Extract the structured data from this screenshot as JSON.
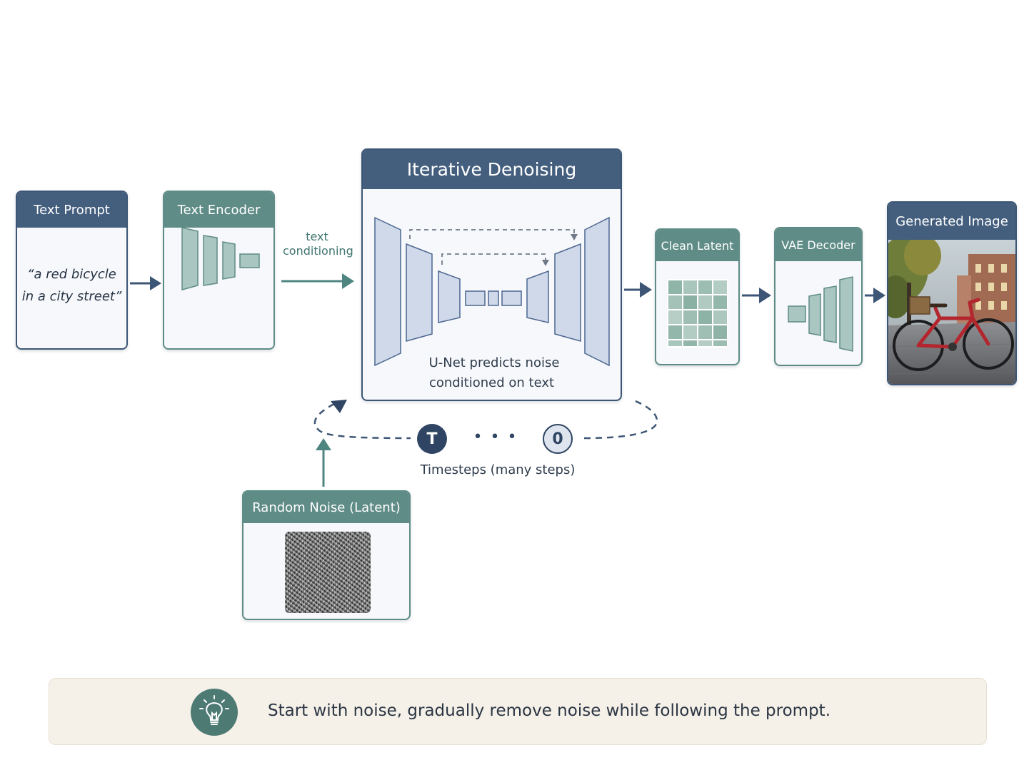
{
  "stages": {
    "text_prompt": {
      "title": "Text Prompt",
      "line1": "“a red bicycle",
      "line2": "in a city street”"
    },
    "text_encoder": {
      "title": "Text Encoder"
    },
    "conditioning": {
      "line1": "text",
      "line2": "conditioning"
    },
    "denoising": {
      "title": "Iterative Denoising",
      "caption1": "U-Net predicts noise",
      "caption2": "conditioned on text"
    },
    "clean_latent": {
      "title": "Clean Latent"
    },
    "vae_decoder": {
      "title": "VAE Decoder"
    },
    "generated_image": {
      "title": "Generated Image"
    },
    "random_noise": {
      "title": "Random Noise (Latent)"
    }
  },
  "timesteps": {
    "start": "T",
    "dots": "• • •",
    "end": "0",
    "label": "Timesteps (many steps)"
  },
  "tip": {
    "icon": "lightbulb-icon",
    "text": "Start with noise, gradually remove noise while following the prompt."
  },
  "colors": {
    "navy": "#445e7e",
    "teal": "#5f8c86",
    "unet_fill": "#cfd9ea",
    "tip_background": "#f5f1e9"
  }
}
